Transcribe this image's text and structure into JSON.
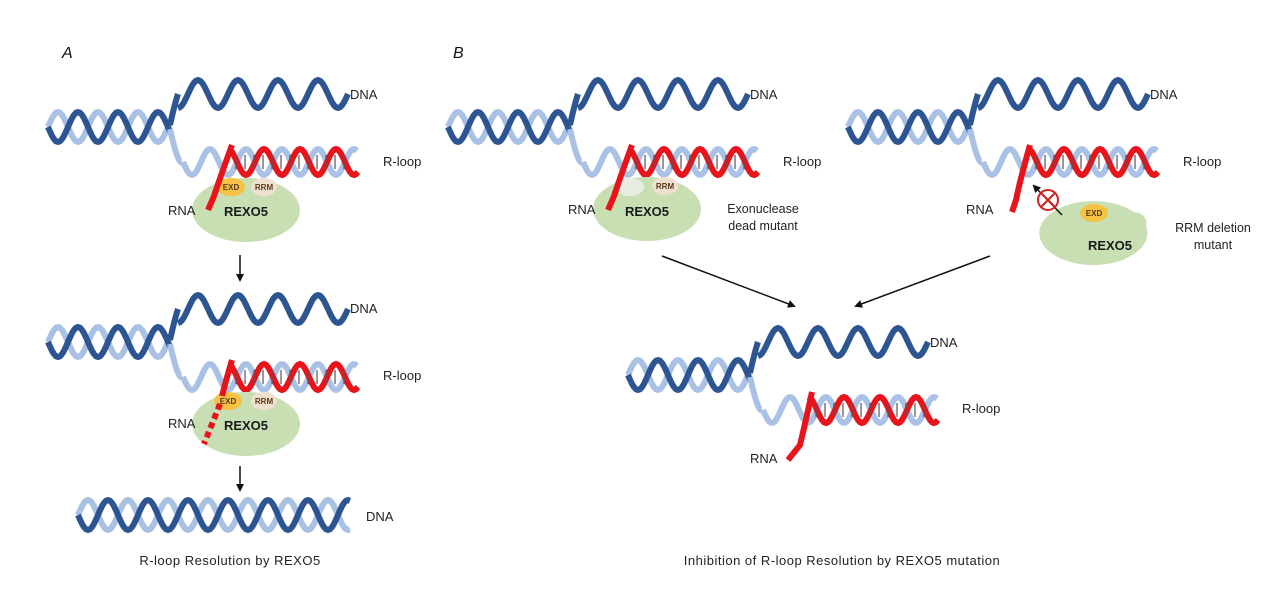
{
  "panels": {
    "a": {
      "letter": "A",
      "caption": "R-loop Resolution by REXO5",
      "states": [
        {
          "dna_label": "DNA",
          "rloop_label": "R-loop",
          "rna_label": "RNA",
          "protein": "REXO5",
          "exd": "EXD",
          "rrm": "RRM"
        },
        {
          "dna_label": "DNA",
          "rloop_label": "R-loop",
          "rna_label": "RNA",
          "protein": "REXO5",
          "exd": "EXD",
          "rrm": "RRM"
        },
        {
          "dna_label": "DNA"
        }
      ]
    },
    "b": {
      "letter": "B",
      "caption": "Inhibition of R-loop Resolution by REXO5 mutation",
      "exo_mutant": {
        "dna_label": "DNA",
        "rloop_label": "R-loop",
        "rna_label": "RNA",
        "protein": "REXO5",
        "rrm": "RRM",
        "mutant_label_1": "Exonuclease",
        "mutant_label_2": "dead mutant"
      },
      "rrm_mutant": {
        "dna_label": "DNA",
        "rloop_label": "R-loop",
        "rna_label": "RNA",
        "protein": "REXO5",
        "exd": "EXD",
        "mutant_label_1": "RRM deletion",
        "mutant_label_2": "mutant"
      },
      "result": {
        "dna_label": "DNA",
        "rloop_label": "R-loop",
        "rna_label": "RNA"
      }
    }
  },
  "colors": {
    "dna_dark": "#2c5591",
    "dna_light": "#a9c1e4",
    "rna": "#e8141c",
    "protein": "#c8dfb4",
    "exd": "#f6c244",
    "rrm": "#f0e0cf",
    "inhibit": "#d42020",
    "arrow": "#111111"
  }
}
